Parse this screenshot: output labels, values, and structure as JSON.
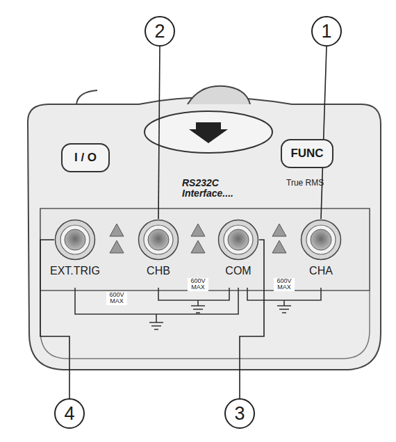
{
  "diagram": {
    "nodes": [
      {
        "text": [
          "I / O"
        ]
      },
      {
        "text": [
          "FUNC"
        ]
      },
      {
        "text": [
          "2"
        ]
      },
      {
        "text": [
          "1"
        ]
      },
      {
        "text": [
          "EXT.TRIG"
        ]
      },
      {
        "text": [
          "CHB"
        ]
      },
      {
        "text": [
          "COM"
        ]
      },
      {
        "text": [
          "CHA"
        ]
      },
      {
        "text": [
          "4"
        ]
      },
      {
        "text": [
          "3"
        ]
      }
    ],
    "edges": [
      {
        "from": 2,
        "to": 5,
        "arrow": "none"
      },
      {
        "from": 3,
        "to": 7,
        "arrow": "none"
      },
      {
        "from": 8,
        "to": 4,
        "arrow": "none"
      },
      {
        "from": 9,
        "to": 6,
        "arrow": "none"
      }
    ],
    "labels": [
      "RS232C Interface....",
      "True RMS",
      "600V MAX",
      "600V MAX",
      "600V MAX"
    ]
  }
}
